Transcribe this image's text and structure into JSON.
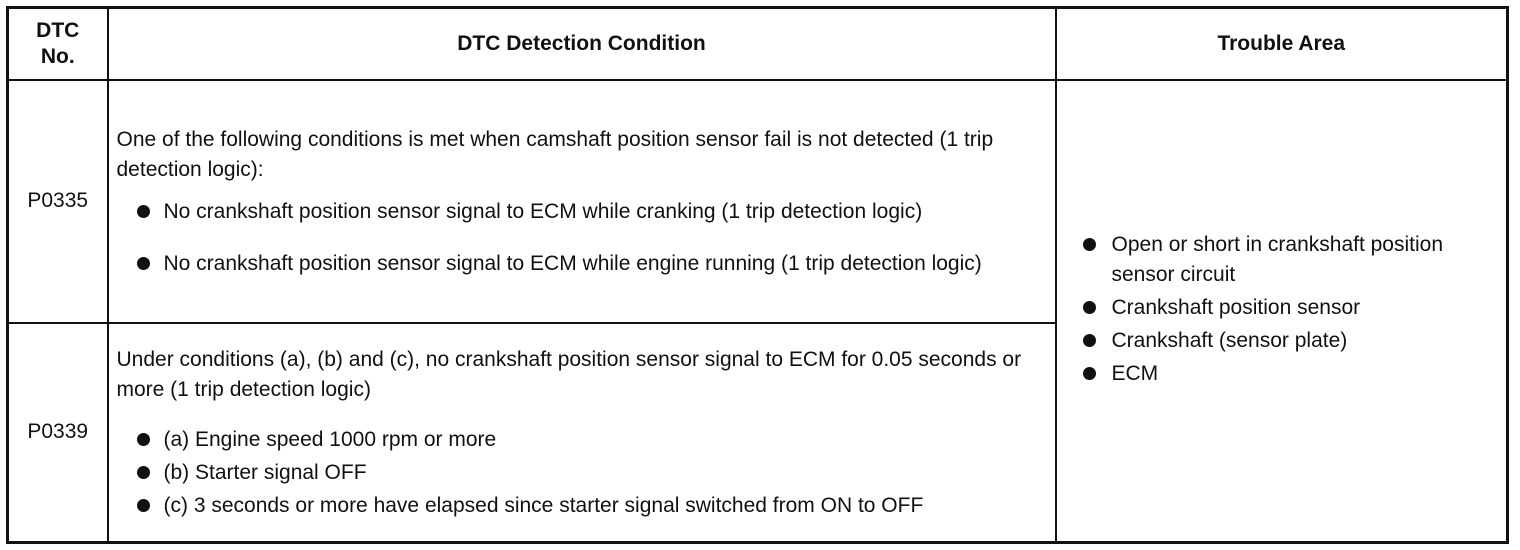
{
  "table": {
    "headers": {
      "dtc_no": "DTC No.",
      "condition": "DTC Detection Condition",
      "trouble_area": "Trouble Area"
    },
    "rows": [
      {
        "code": "P0335",
        "intro": "One of the following conditions is met when camshaft position sensor fail is not detected (1 trip detection logic):",
        "bullets": [
          "No crankshaft position sensor signal to ECM while cranking (1 trip detection logic)",
          "No crankshaft position sensor signal to ECM while engine running (1 trip detection logic)"
        ]
      },
      {
        "code": "P0339",
        "intro": "Under conditions (a), (b) and (c), no crankshaft position sensor signal to ECM for 0.05 seconds or more (1 trip detection logic)",
        "bullets": [
          "(a) Engine speed 1000 rpm or more",
          "(b) Starter signal OFF",
          "(c) 3 seconds or more have elapsed since starter signal switched from ON to OFF"
        ]
      }
    ],
    "trouble_area": [
      "Open or short in crankshaft position sensor circuit",
      "Crankshaft position sensor",
      "Crankshaft (sensor plate)",
      "ECM"
    ]
  }
}
